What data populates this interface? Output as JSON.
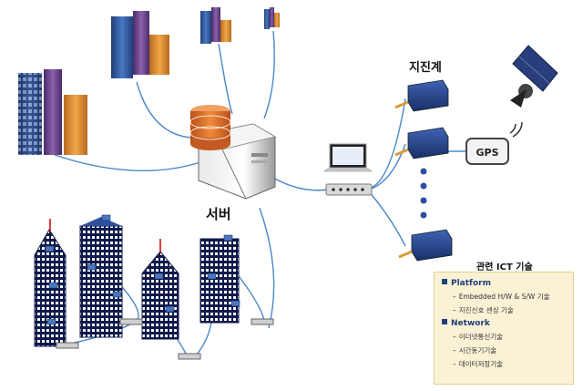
{
  "labels": {
    "server": "서버",
    "seismometer": "지진계",
    "gps": "GPS",
    "ict_title": "관련 ICT 기술"
  },
  "ict": {
    "categories": [
      {
        "name": "Platform",
        "items": [
          "Embedded H/W & S/W 기술",
          "지진신호 센싱 기술"
        ]
      },
      {
        "name": "Network",
        "items": [
          "이더넷통신기술",
          "시간동기기술",
          "데이터저장기술"
        ]
      }
    ]
  }
}
